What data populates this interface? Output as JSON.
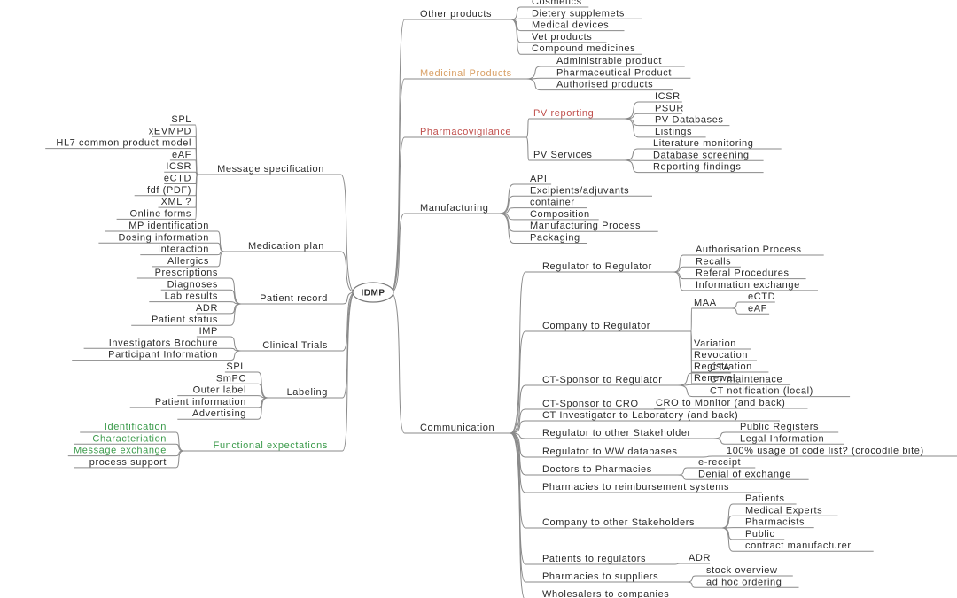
{
  "root": {
    "label": "IDMP"
  },
  "colors": {
    "default": "#2b2b2b",
    "medicinal": "#d9a066",
    "pharmacovigilance": "#c0504d",
    "functional": "#3a9a4a"
  },
  "left": [
    {
      "label": "Message specification",
      "children": [
        {
          "label": "SPL"
        },
        {
          "label": "xEVMPD"
        },
        {
          "label": "HL7 common product model"
        },
        {
          "label": "eAF"
        },
        {
          "label": "ICSR"
        },
        {
          "label": "eCTD"
        },
        {
          "label": "fdf (PDF)"
        },
        {
          "label": "XML ?"
        },
        {
          "label": "Online forms"
        }
      ]
    },
    {
      "label": "Medication plan",
      "children": [
        {
          "label": "MP identification"
        },
        {
          "label": "Dosing information"
        },
        {
          "label": "Interaction"
        },
        {
          "label": "Allergics"
        }
      ]
    },
    {
      "label": "Patient record",
      "children": [
        {
          "label": "Prescriptions"
        },
        {
          "label": "Diagnoses"
        },
        {
          "label": "Lab results"
        },
        {
          "label": "ADR"
        },
        {
          "label": "Patient status"
        }
      ]
    },
    {
      "label": "Clinical Trials",
      "children": [
        {
          "label": "IMP"
        },
        {
          "label": "Investigators Brochure"
        },
        {
          "label": "Participant  Information"
        }
      ]
    },
    {
      "label": "Labeling",
      "children": [
        {
          "label": "SPL"
        },
        {
          "label": "SmPC"
        },
        {
          "label": "Outer label"
        },
        {
          "label": "Patient information"
        },
        {
          "label": "Advertising"
        }
      ]
    },
    {
      "label": "Functional expectations",
      "color": "functional",
      "children": [
        {
          "label": "Identification",
          "color": "functional"
        },
        {
          "label": "Characteriation",
          "color": "functional"
        },
        {
          "label": "Message exchange",
          "color": "functional"
        },
        {
          "label": "process support"
        }
      ]
    }
  ],
  "right": [
    {
      "label": "Other products",
      "children": [
        {
          "label": "Cosmetics"
        },
        {
          "label": "Dietery supplemets"
        },
        {
          "label": "Medical devices"
        },
        {
          "label": "Vet products"
        },
        {
          "label": "Compound medicines"
        }
      ]
    },
    {
      "label": "Medicinal Products",
      "color": "medicinal",
      "children": [
        {
          "label": "Administrable product"
        },
        {
          "label": "Pharmaceutical Product"
        },
        {
          "label": "Authorised products"
        }
      ]
    },
    {
      "label": "Pharmacovigilance",
      "color": "pharmacovigilance",
      "children": [
        {
          "label": "PV reporting",
          "color": "pharmacovigilance",
          "children": [
            {
              "label": "ICSR"
            },
            {
              "label": "PSUR"
            },
            {
              "label": "PV Databases"
            },
            {
              "label": "Listings"
            }
          ]
        },
        {
          "label": "PV Services",
          "children": [
            {
              "label": "Literature monitoring"
            },
            {
              "label": "Database screening"
            },
            {
              "label": "Reporting findings"
            }
          ]
        }
      ]
    },
    {
      "label": "Manufacturing",
      "children": [
        {
          "label": "API"
        },
        {
          "label": "Excipients/adjuvants"
        },
        {
          "label": "container"
        },
        {
          "label": "Composition"
        },
        {
          "label": "Manufacturing Process"
        },
        {
          "label": "Packaging"
        }
      ]
    },
    {
      "label": "Communication",
      "children": [
        {
          "label": "Regulator to Regulator",
          "children": [
            {
              "label": "Authorisation Process"
            },
            {
              "label": "Recalls"
            },
            {
              "label": "Referal Procedures"
            },
            {
              "label": "Information exchange"
            }
          ]
        },
        {
          "label": "Company to Regulator",
          "children": [
            {
              "label": "MAA",
              "children": [
                {
                  "label": "eCTD"
                },
                {
                  "label": "eAF"
                }
              ]
            },
            {
              "label": "Variation"
            },
            {
              "label": "Revocation"
            },
            {
              "label": "Registration"
            },
            {
              "label": "Renewal"
            }
          ]
        },
        {
          "label": "CT-Sponsor to Regulator",
          "children": [
            {
              "label": "CTA"
            },
            {
              "label": "CT maintenace"
            },
            {
              "label": "CT notification (local)"
            }
          ]
        },
        {
          "label": "CT-Sponsor to CRO",
          "children": [
            {
              "label": "CRO to Monitor (and back)"
            }
          ]
        },
        {
          "label": "CT Investigator to Laboratory (and back)"
        },
        {
          "label": "Regulator to other Stakeholder",
          "children": [
            {
              "label": "Public Registers"
            },
            {
              "label": "Legal Information"
            }
          ]
        },
        {
          "label": "Regulator to WW databases",
          "children": [
            {
              "label": "100% usage of code list? (crocodile bite)"
            }
          ]
        },
        {
          "label": "Doctors to Pharmacies",
          "children": [
            {
              "label": "e-receipt"
            },
            {
              "label": "Denial of exchange"
            }
          ]
        },
        {
          "label": "Pharmacies to reimbursement systems"
        },
        {
          "label": "Company to other Stakeholders",
          "children": [
            {
              "label": "Patients"
            },
            {
              "label": "Medical Experts"
            },
            {
              "label": "Pharmacists"
            },
            {
              "label": "Public"
            },
            {
              "label": "contract manufacturer"
            }
          ]
        },
        {
          "label": "Patients to regulators",
          "children": [
            {
              "label": "ADR"
            }
          ]
        },
        {
          "label": "Pharmacies to suppliers",
          "children": [
            {
              "label": "stock overview"
            },
            {
              "label": "ad hoc ordering"
            }
          ]
        },
        {
          "label": "Wholesalers to companies"
        }
      ]
    }
  ]
}
